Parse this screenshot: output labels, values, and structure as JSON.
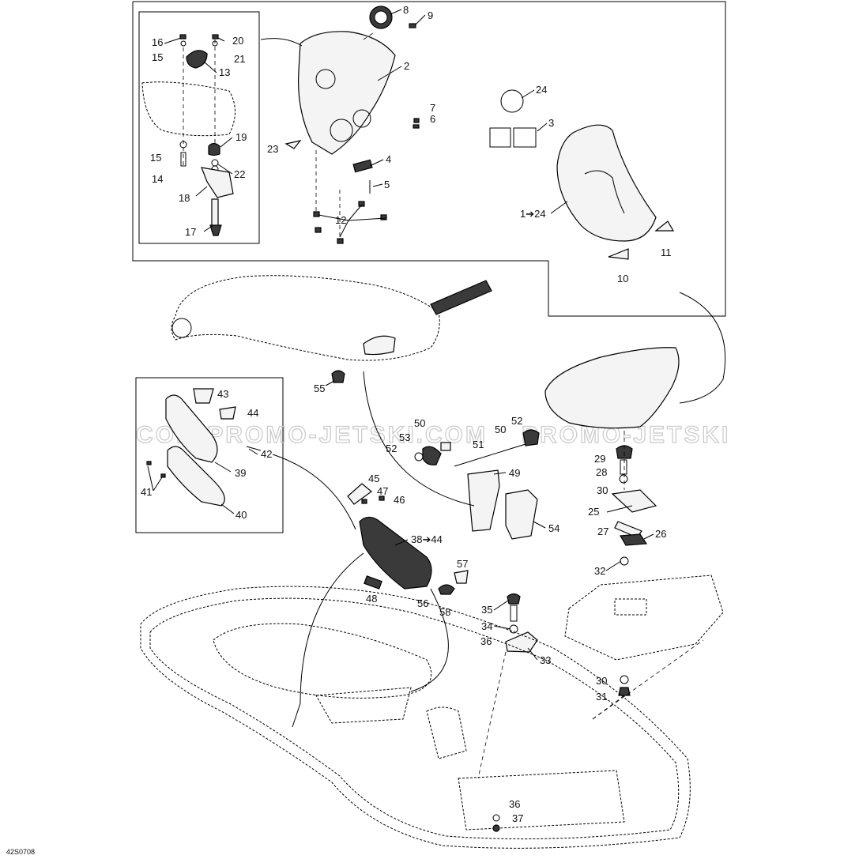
{
  "diagram": {
    "drawing_code": "42S0708",
    "watermark_left": "COM PROMO-JETSKI.COM",
    "watermark_right": "PROMO-JETSKI",
    "callouts": {
      "c1_24": "1➔24",
      "c2": "2",
      "c3": "3",
      "c4": "4",
      "c5": "5",
      "c6": "6",
      "c7": "7",
      "c8": "8",
      "c9": "9",
      "c10": "10",
      "c11": "11",
      "c12": "12",
      "c13": "13",
      "c14": "14",
      "c15a": "15",
      "c15b": "15",
      "c16": "16",
      "c17": "17",
      "c18": "18",
      "c19": "19",
      "c20": "20",
      "c21": "21",
      "c22": "22",
      "c23": "23",
      "c24": "24",
      "c25": "25",
      "c26": "26",
      "c27": "27",
      "c28": "28",
      "c29": "29",
      "c30a": "30",
      "c30b": "30",
      "c31": "31",
      "c32": "32",
      "c33": "33",
      "c34": "34",
      "c35": "35",
      "c36a": "36",
      "c36b": "36",
      "c37": "37",
      "c38_44": "38➔44",
      "c39": "39",
      "c40": "40",
      "c41": "41",
      "c42": "42",
      "c43": "43",
      "c44": "44",
      "c45": "45",
      "c46": "46",
      "c47": "47",
      "c48": "48",
      "c49": "49",
      "c50a": "50",
      "c50b": "50",
      "c51": "51",
      "c52a": "52",
      "c52b": "52",
      "c53": "53",
      "c54": "54",
      "c55": "55",
      "c56": "56",
      "c57": "57",
      "c58": "58"
    }
  }
}
